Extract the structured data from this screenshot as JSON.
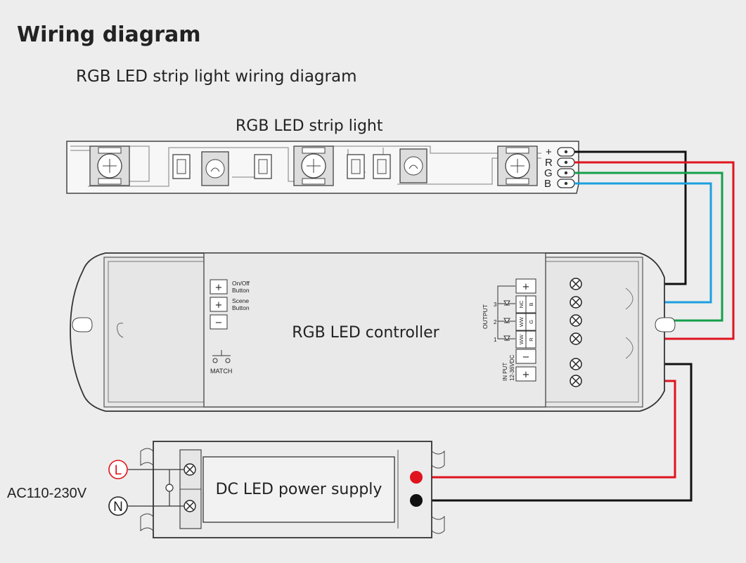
{
  "page": {
    "title": "Wiring diagram",
    "subtitle": "RGB LED strip light wiring diagram"
  },
  "strip": {
    "label": "RGB LED strip light",
    "terminals": [
      "+",
      "R",
      "G",
      "B"
    ]
  },
  "controller": {
    "label": "RGB LED controller",
    "onoff_line1": "On/Off",
    "onoff_line2": "Button",
    "scene_line1": "Scene",
    "scene_line2": "Button",
    "plus_sign": "+",
    "minus_sign": "−",
    "match_label": "MATCH",
    "output_label": "OUTPUT",
    "output_numbers": [
      "3",
      "2",
      "1"
    ],
    "output_pairs": [
      [
        "NC",
        "B"
      ],
      [
        "WW",
        "G"
      ],
      [
        "WW",
        "R"
      ]
    ],
    "input_label_line1": "IN PUT",
    "input_label_line2": "12-36VDC"
  },
  "power_supply": {
    "label": "DC LED power supply",
    "ac_label": "AC110-230V",
    "live_label": "L",
    "neutral_label": "N"
  },
  "wire_colors": {
    "positive": "#111111",
    "red": "#e0141e",
    "green": "#14a04a",
    "blue": "#1aa0e0"
  }
}
